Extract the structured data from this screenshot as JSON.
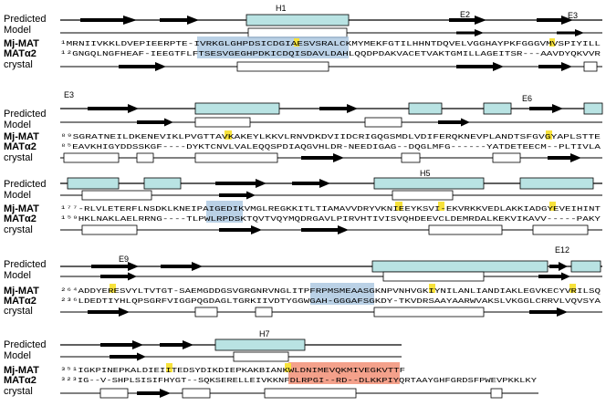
{
  "labels": {
    "predicted": "Predicted",
    "model": "Model",
    "mj": "Mj-MAT",
    "mat": "MATα2",
    "crystal": "crystal"
  },
  "colors": {
    "helix_fill": "#b9e3e3",
    "hl_blue": "#a9c6e0",
    "hl_orange": "#f29077",
    "hl_yellow": "#f7e23b",
    "mark_red": "#e32b2b"
  },
  "blocks": [
    {
      "labels": [
        {
          "text": "H1"
        },
        {
          "text": "E2"
        },
        {
          "text": "E3"
        }
      ],
      "mj_seq": "¹MRNIIVKKLDVEPIEERPTE-IVRKGLGHPDSICDGIAESVSRALCKMYMEKFGTILHHNTDQVELVGGHAYPKFGGGVMVSPIYILL",
      "mat_seq": "¹²GNGQLNGFHEAF-IEEGTFLFTSESVGEGHPDKICDQISDAVLDAHLQQDPDAKVACETVAKTGMILLAGEITSR---AAVDYQKVVR"
    },
    {
      "labels": [
        {
          "text": "E3"
        },
        {
          "text": "E6"
        }
      ],
      "mj_seq": "⁸⁹SGRATNEILDKENEVIKLPVGTTAVKAKEYLKKVLRNVDKDVIIDCRIGQGSMDLVDIFERQKNEVPLANDTSFGVGYAPLSTTE",
      "mat_seq": "⁸⁵EAVKHIGYDDSSKGF----DYKTCNVLVALEQQSPDIAQGVHLDR-NEEDIGAG--DQGLMFG------YATDETEECM--PLTIVLA"
    },
    {
      "labels": [
        {
          "text": "H5"
        }
      ],
      "mj_seq": "¹⁷⁷-RLVLETERFLNSDKLKNEIPAIGEDIKVMGLREGKKITLTIAMAVVDRYVKNIEEYKSVI-EKVRKKVEDLAKKIADGYEVEIHINT",
      "mat_seq": "¹⁵⁹HKLNAKLAELRRNG----TLPWLRPDSKTQVTVQYMQDRGAVLPIRVHTIVISVQHDEEVCLDEMRDALKEKVIKAVV-----PAKY"
    },
    {
      "labels": [
        {
          "text": "E9"
        },
        {
          "text": "E12"
        }
      ],
      "mj_seq": "²⁶⁴ADDYERESVYLTVTGT-SAEMGDDGSVGRGNRVNGLITPFRPMSMEAASGKNPVNHVGKIYNILANLIANDIAKLEGVKECYVRILSQ",
      "mat_seq": "²³⁶LDEDTIYHLQPSGRFVIGGPQGDAGLTGRKIIVDTYGGWGAH-GGGAFSGKDY-TKVDRSAAYAARWVAKSLVKGGLCRRVLVQVSYA"
    },
    {
      "labels": [
        {
          "text": "H7"
        }
      ],
      "mj_seq": "³⁵¹IGKPINEPKALDIEIITEDSYDIKDIEPKAKBIANKWLDNIMEVQKMIVEGKVTTF",
      "mat_seq": "³²³IG--V-SHPLSISIFHYGT--SQKSERELLEIVKKNFDLRPGI--RD--DLKKPIYQRTAAYGHFGRDSFPWEVPKKLKY"
    }
  ]
}
